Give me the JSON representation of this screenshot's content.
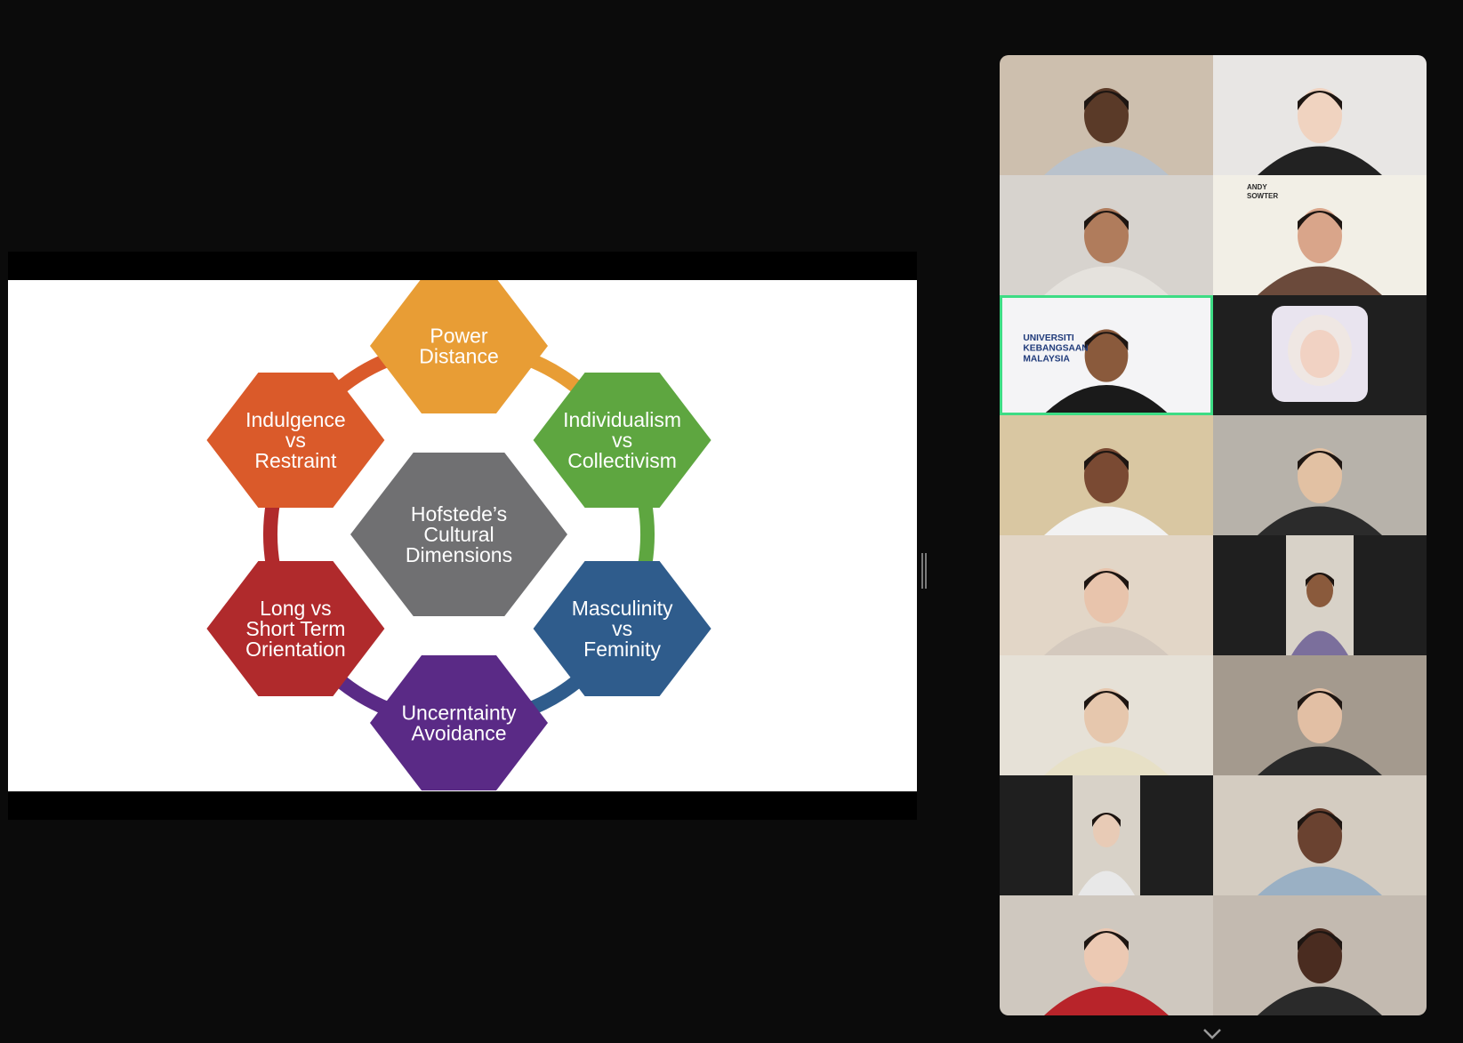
{
  "slide": {
    "center_label_lines": [
      "Hofstede’s",
      "Cultural",
      "Dimensions"
    ],
    "dimensions": [
      {
        "lines": [
          "Power",
          "Distance"
        ],
        "color": "#E89D35"
      },
      {
        "lines": [
          "Individualism",
          "vs",
          "Collectivism"
        ],
        "color": "#5EA640"
      },
      {
        "lines": [
          "Masculinity",
          "vs",
          "Feminity"
        ],
        "color": "#2F5C8C"
      },
      {
        "lines": [
          "Uncerntainty",
          "Avoidance"
        ],
        "color": "#5A2A86"
      },
      {
        "lines": [
          "Long vs",
          "Short Term",
          "Orientation"
        ],
        "color": "#B02A2C"
      },
      {
        "lines": [
          "Indulgence",
          "vs",
          "Restraint"
        ],
        "color": "#DA5A2A"
      }
    ],
    "center_color": "#707072"
  },
  "participants": [
    {
      "id": "p1",
      "bg": "#cdbfae",
      "skin": "#5a3a28",
      "shirt": "#b9c2cc",
      "style": "full"
    },
    {
      "id": "p2",
      "bg": "#e8e6e4",
      "skin": "#f0d3c0",
      "shirt": "#222222",
      "style": "full"
    },
    {
      "id": "p3",
      "bg": "#d7d3ce",
      "skin": "#b07c5c",
      "shirt": "#e5e2dd",
      "style": "full"
    },
    {
      "id": "p4",
      "bg": "#f2efe6",
      "skin": "#d9a58a",
      "shirt": "#6b4a3b",
      "style": "full",
      "overlay_text": [
        "ANDY",
        "SOWTER"
      ]
    },
    {
      "id": "p5",
      "bg": "#f4f4f6",
      "skin": "#8a5a3c",
      "shirt": "#1a1a1a",
      "style": "full",
      "active": true,
      "overlay_text": [
        "UNIVERSITI",
        "KEBANGSAAN",
        "MALAYSIA"
      ]
    },
    {
      "id": "p6",
      "bg": "#1f1f1f",
      "skin": "#f1d2c3",
      "shirt": "#efe7e3",
      "style": "avatar"
    },
    {
      "id": "p7",
      "bg": "#d9c7a2",
      "skin": "#7a4a33",
      "shirt": "#f2f2f2",
      "style": "full"
    },
    {
      "id": "p8",
      "bg": "#b7b2aa",
      "skin": "#e2c1a3",
      "shirt": "#2b2b2b",
      "style": "full"
    },
    {
      "id": "p9",
      "bg": "#e2d6c7",
      "skin": "#e8c4ac",
      "shirt": "#d4c9be",
      "style": "full"
    },
    {
      "id": "p10",
      "bg": "#1f1f1f",
      "skin": "#8a5a3c",
      "shirt": "#7b6f9c",
      "style": "narrow"
    },
    {
      "id": "p11",
      "bg": "#e6e1d7",
      "skin": "#e6c7ad",
      "shirt": "#e7e0c6",
      "style": "full"
    },
    {
      "id": "p12",
      "bg": "#a49a8e",
      "skin": "#e2bfa4",
      "shirt": "#2a2a2a",
      "style": "full"
    },
    {
      "id": "p13",
      "bg": "#1f1f1f",
      "skin": "#e8cbb6",
      "shirt": "#e8e8e8",
      "style": "narrow"
    },
    {
      "id": "p14",
      "bg": "#d4ccc1",
      "skin": "#6a4230",
      "shirt": "#9ab0c4",
      "style": "full"
    },
    {
      "id": "p15",
      "bg": "#cfc8bf",
      "skin": "#ecc9b3",
      "shirt": "#b8242a",
      "style": "full"
    },
    {
      "id": "p16",
      "bg": "#c3bab0",
      "skin": "#4a2c20",
      "shirt": "#2a2a2a",
      "style": "full"
    }
  ]
}
